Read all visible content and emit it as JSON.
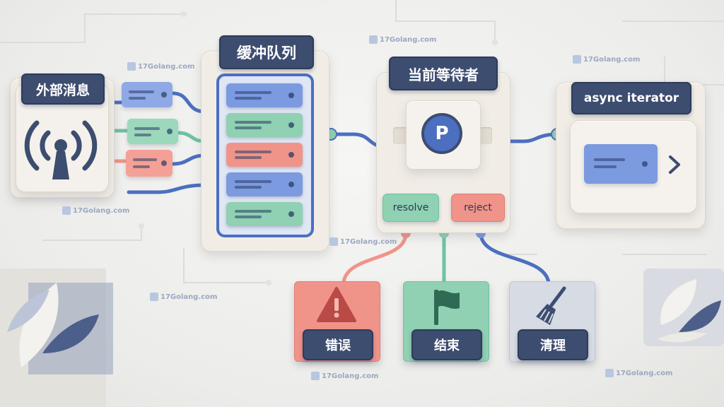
{
  "nodes": {
    "external": "外部消息",
    "buffer": "缓冲队列",
    "pending": "当前等待者",
    "pending_symbol": "P",
    "iterator": "async iterator",
    "resolve": "resolve",
    "reject": "reject",
    "error": "错误",
    "end": "结束",
    "cleanup": "清理"
  },
  "watermark": "17Golang.com",
  "colors": {
    "blue": "#7b9ae0",
    "green": "#8fd1b2",
    "red": "#f0948a",
    "navy": "#3d4d70",
    "teal": "#6fc2a4",
    "wire": "#4c6fbf"
  },
  "icons": [
    "radio-signal-icon",
    "pending-p-icon",
    "warning-icon",
    "flag-icon",
    "broom-icon",
    "chevron-right-icon"
  ]
}
